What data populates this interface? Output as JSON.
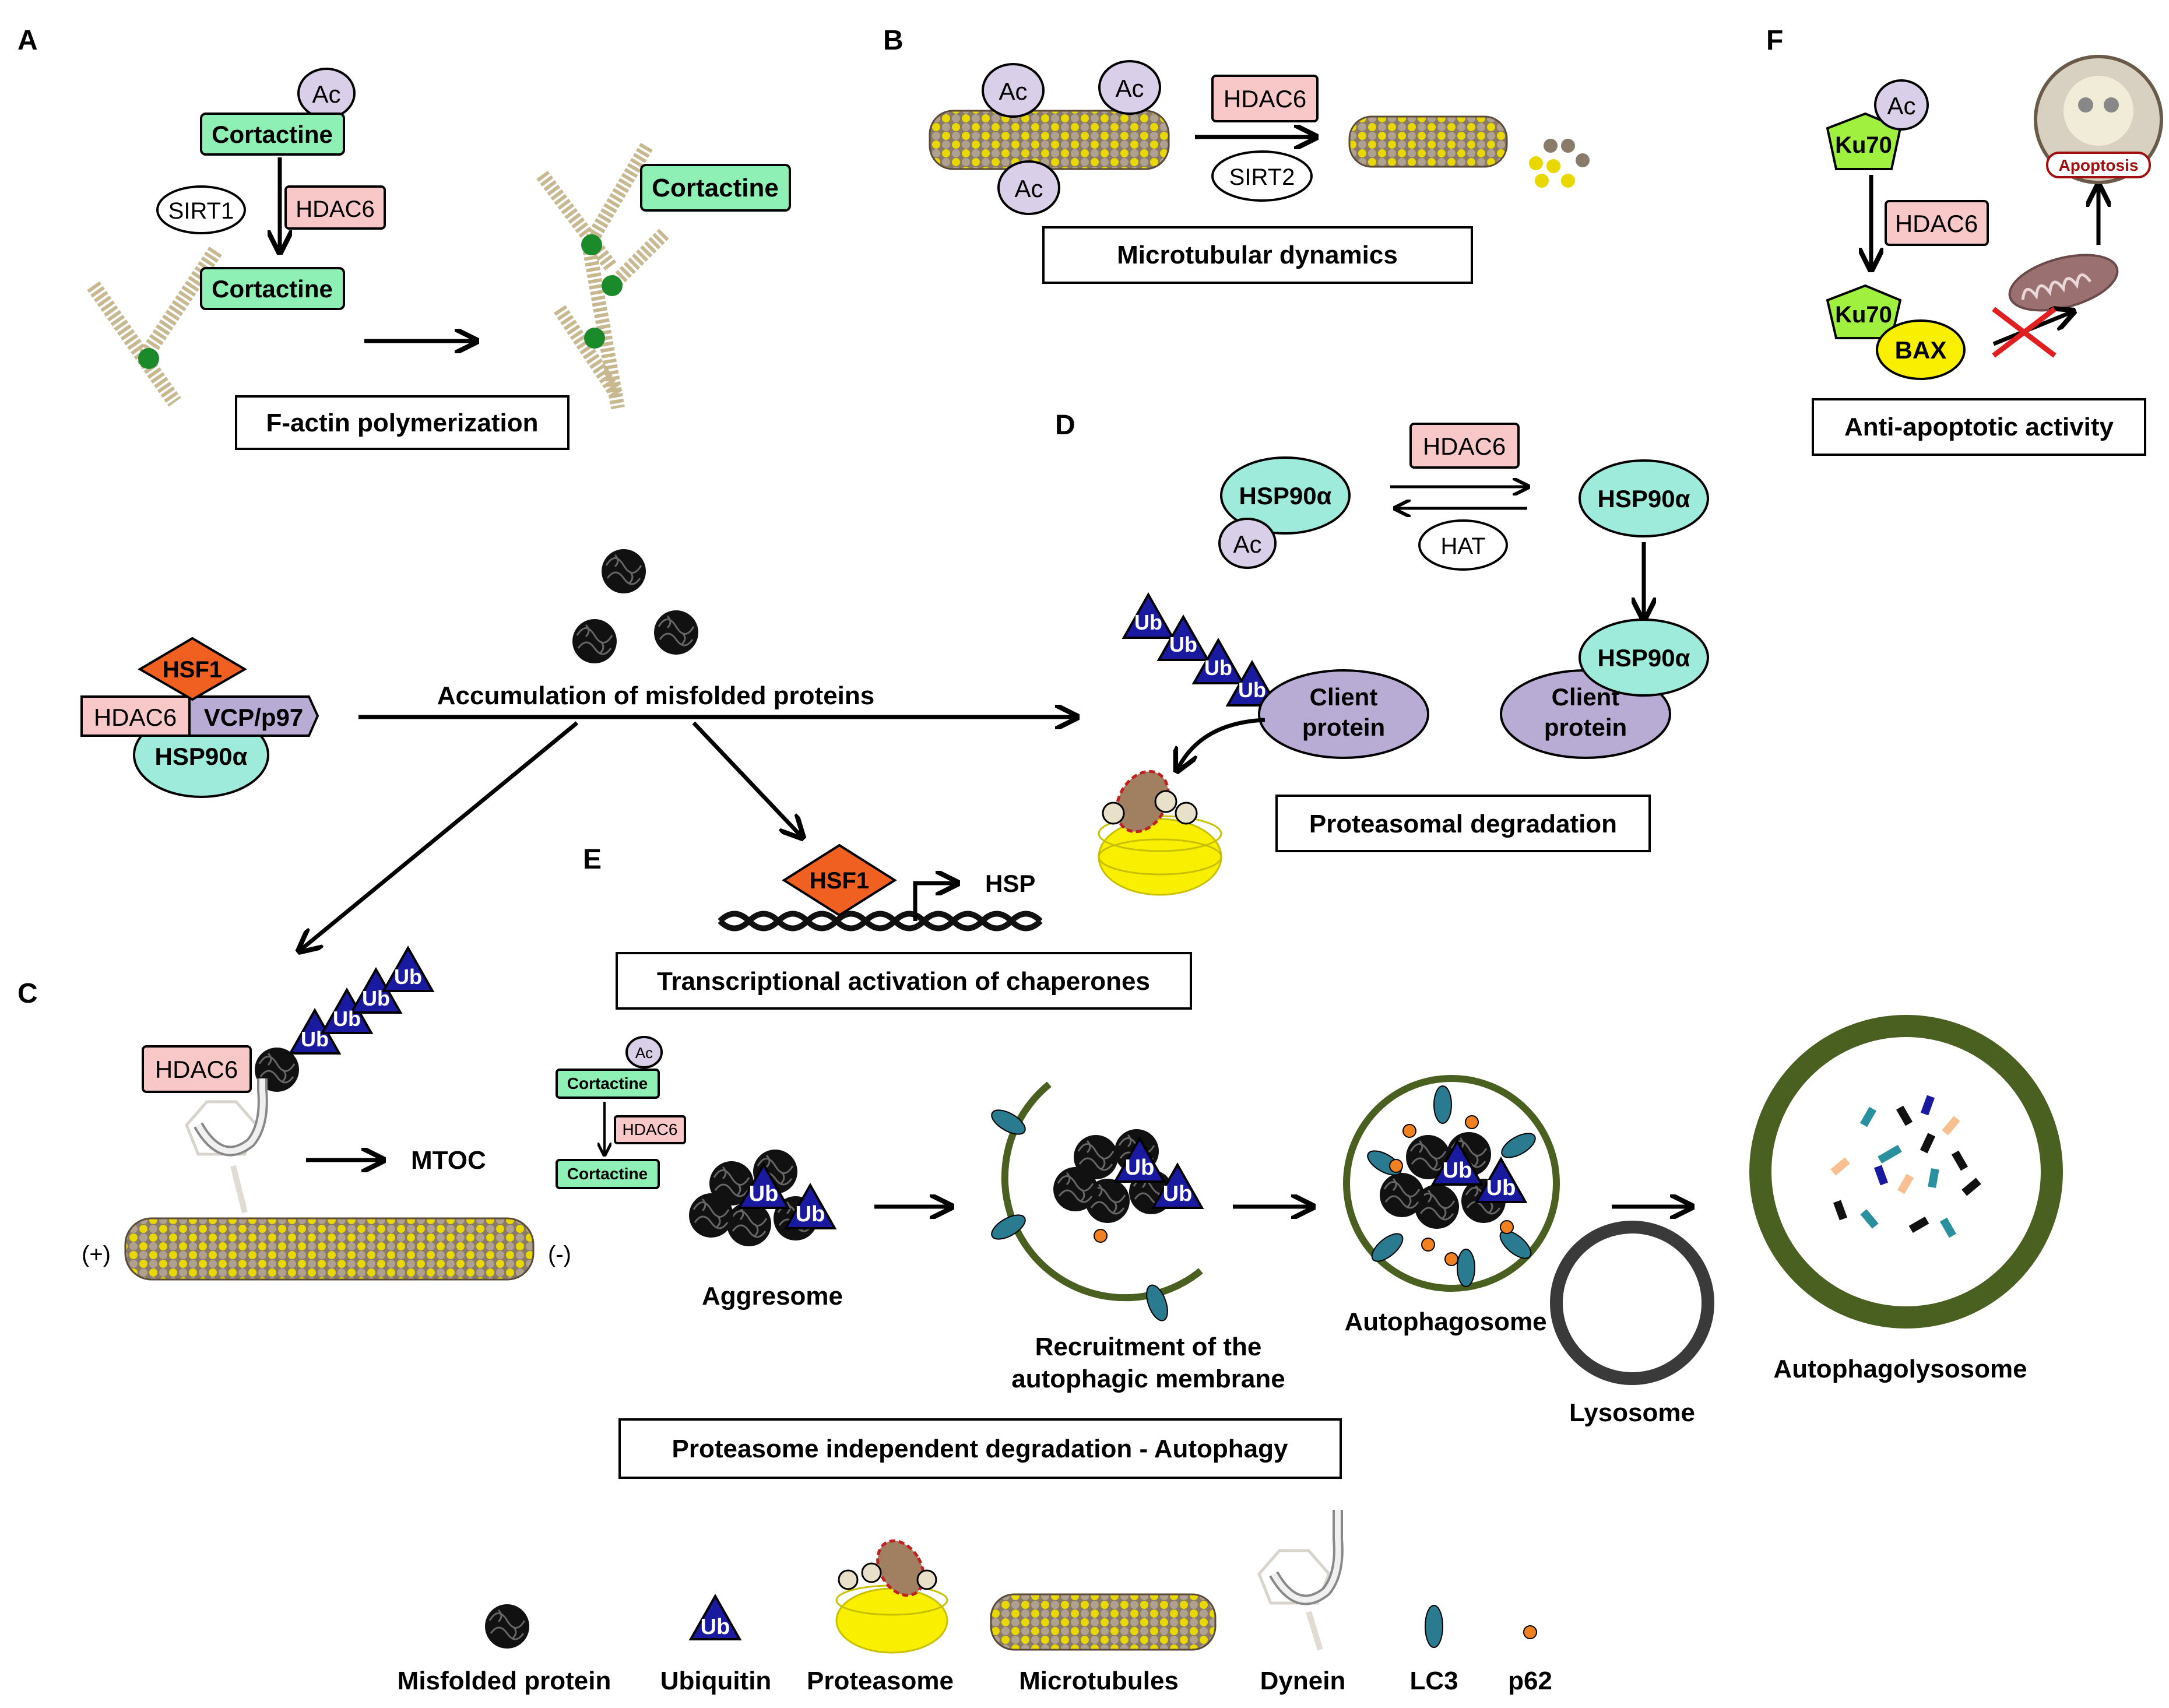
{
  "panels": {
    "A": {
      "letter": "A",
      "ac": "Ac",
      "cortactine_top": "Cortactine",
      "sirt1": "SIRT1",
      "hdac6": "HDAC6",
      "cortactine_bottom": "Cortactine",
      "cortactine_right": "Cortactine",
      "caption": "F-actin polymerization"
    },
    "B": {
      "letter": "B",
      "ac1": "Ac",
      "ac2": "Ac",
      "ac3": "Ac",
      "hdac6": "HDAC6",
      "sirt2": "SIRT2",
      "caption": "Microtubular dynamics"
    },
    "F": {
      "letter": "F",
      "ac": "Ac",
      "ku70_top": "Ku70",
      "hdac6": "HDAC6",
      "ku70_bottom": "Ku70",
      "bax": "BAX",
      "apoptosis": "Apoptosis",
      "caption": "Anti-apoptotic activity"
    },
    "D": {
      "letter": "D",
      "hsp_left": "HSP90α",
      "ac": "Ac",
      "hdac6": "HDAC6",
      "hat": "HAT",
      "hsp_right": "HSP90α",
      "ub": "Ub",
      "client_left_1": "Client",
      "client_left_2": "protein",
      "hsp_bound": "HSP90α",
      "client_right_1": "Client",
      "client_right_2": "protein",
      "caption": "Proteasomal degradation"
    },
    "center": {
      "hsf1": "HSF1",
      "hdac6": "HDAC6",
      "vcp": "VCP/p97",
      "hsp90": "HSP90α",
      "accumulation": "Accumulation of misfolded proteins"
    },
    "E": {
      "letter": "E",
      "hsf1": "HSF1",
      "hsp": "HSP",
      "caption": "Transcriptional activation of chaperones"
    },
    "C": {
      "letter": "C",
      "hdac6": "HDAC6",
      "ub": "Ub",
      "mtoc": "MTOC",
      "plus": "(+)",
      "minus": "(-)",
      "ac_small": "Ac",
      "cortactine_small_top": "Cortactine",
      "hdac6_small": "HDAC6",
      "cortactine_small_bottom": "Cortactine",
      "aggresome": "Aggresome",
      "recruit_1": "Recruitment of the",
      "recruit_2": "autophagic membrane",
      "autophagosome": "Autophagosome",
      "lysosome": "Lysosome",
      "autophagolysosome": "Autophagolysosome",
      "caption": "Proteasome independent degradation - Autophagy"
    }
  },
  "legend": {
    "ub": "Ub",
    "items": [
      "Misfolded protein",
      "Ubiquitin",
      "Proteasome",
      "Microtubules",
      "Dynein",
      "LC3",
      "p62"
    ]
  },
  "colors": {
    "pink": "#f8c8c8",
    "mint": "#8ef0b4",
    "teal": "#9eeadb",
    "lavender": "#b8acd4",
    "hsf1": "#f06020",
    "ub": "#1a1aa0",
    "ku70": "#a0f040",
    "bax": "#f8f000",
    "membrane": "#4a6020",
    "lc3": "#2a7a90",
    "p62": "#f08020"
  }
}
